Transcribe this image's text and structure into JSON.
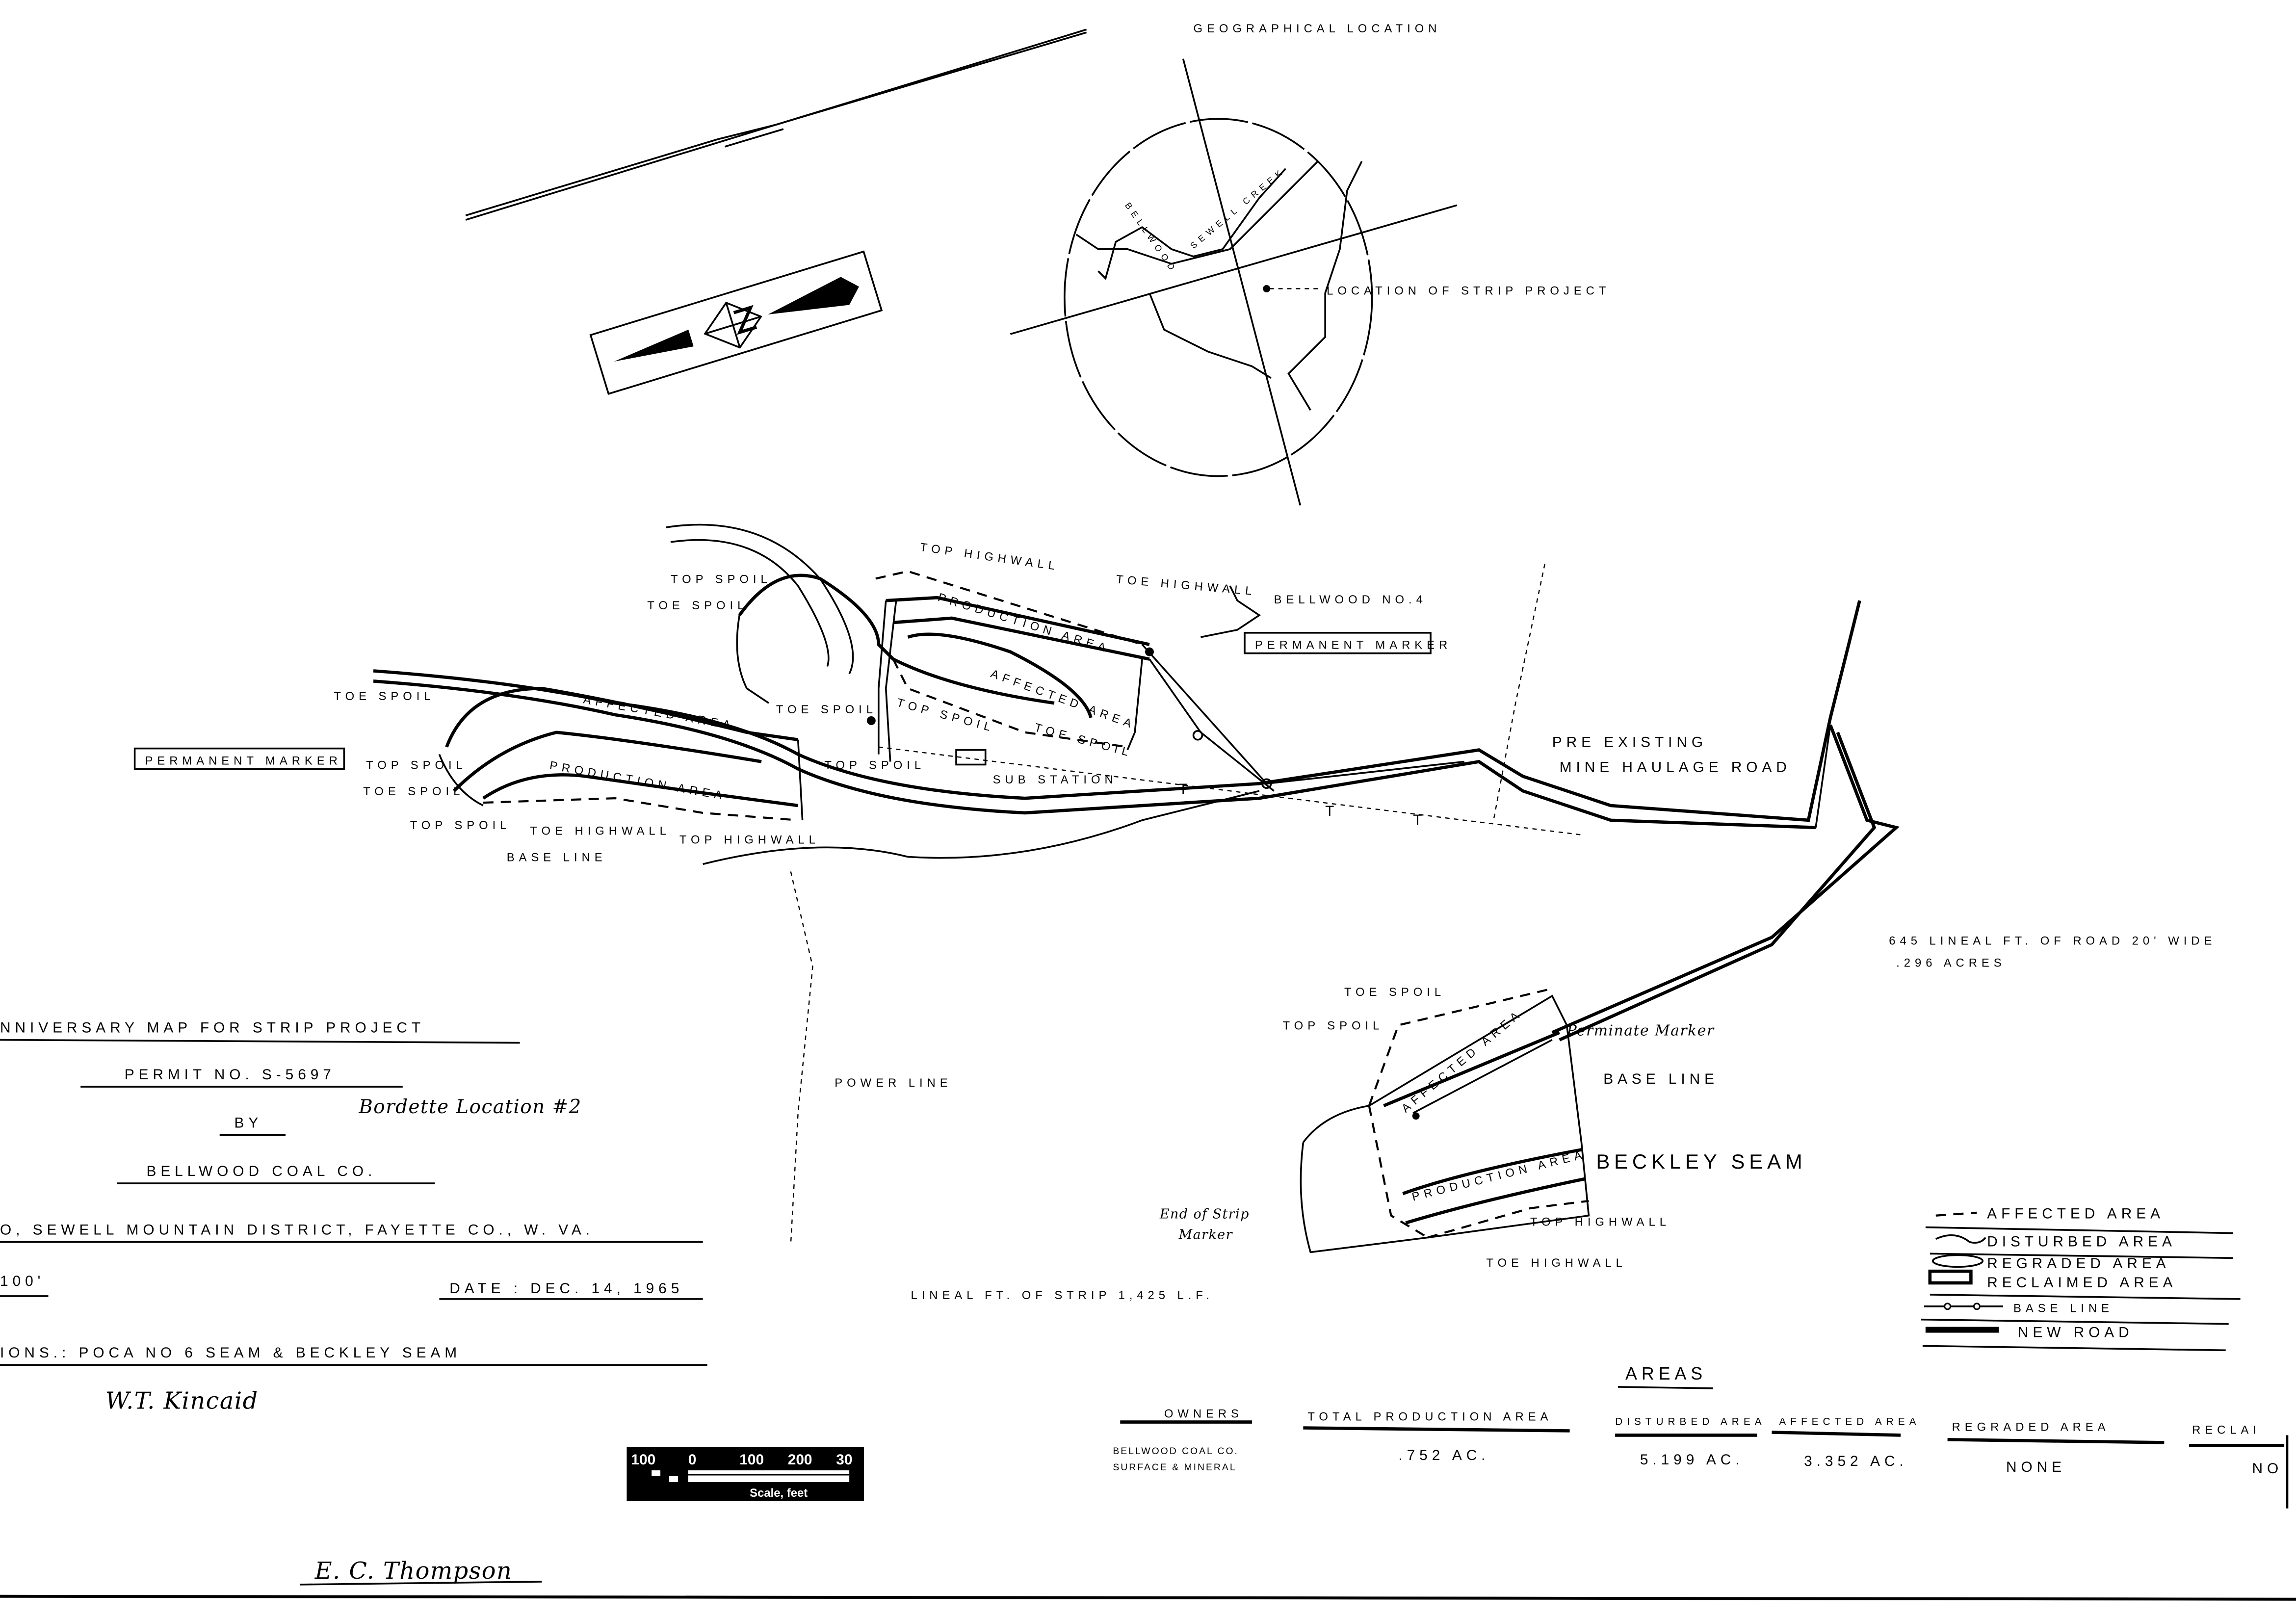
{
  "geo_location": {
    "title": "Geographical Location",
    "bellwood": "Bellwood",
    "sewell_creek": "Sewell Creek",
    "strip_project": "Location of Strip Project"
  },
  "map_labels": {
    "top_spoil": "Top Spoil",
    "toe_spoil": "Toe Spoil",
    "top_highwall": "Top Highwall",
    "toe_highwall": "Toe Highwall",
    "production_area": "Production Area",
    "affected_area": "Affected Area",
    "permanent_marker": "Permanent Marker",
    "bellwood_no4": "Bellwood No.4",
    "sub_station": "Sub Station",
    "base_line": "Base Line",
    "pre_existing": "Pre Existing",
    "haulage_road": "Mine Haulage Road",
    "road_length": "645 Lineal Ft. of Road 20' Wide",
    "road_acres": ".296 Acres",
    "perminate_marker": "Perminate Marker",
    "beckley_seam": "Beckley Seam",
    "end_strip_marker_1": "End of Strip",
    "end_strip_marker_2": "Marker",
    "power_line": "Power Line",
    "lineal_ft_strip": "Lineal Ft. of Strip 1,425 L.F.",
    "tower_mark": "T"
  },
  "title_block": {
    "title": "nniversary Map For Strip Project",
    "permit": "Permit No. S-5697",
    "location_note": "Bordette Location #2",
    "by": "By",
    "company": "Bellwood Coal Co.",
    "district": "o, Sewell Mountain District, Fayette Co., W. Va.",
    "scale": "100'",
    "date": "Date : Dec. 14, 1965",
    "seams": "ions.: Poca No 6 Seam & Beckley Seam",
    "signature_1": "W.T. Kincaid",
    "signature_2": "E. C. Thompson"
  },
  "areas_table": {
    "title": "Areas",
    "headers": [
      "Owners",
      "Total Production Area",
      "Disturbed Area",
      "Affected Area",
      "Regraded Area",
      "Reclai"
    ],
    "owner_line1": "Bellwood Coal Co.",
    "owner_line2": "Surface & Mineral",
    "values": [
      ".752 Ac.",
      "5.199 Ac.",
      "3.352 Ac.",
      "None",
      "No"
    ]
  },
  "legend": [
    {
      "label": "Affected Area",
      "icon": "dashed-line-icon"
    },
    {
      "label": "Disturbed Area",
      "icon": "wavy-line-icon"
    },
    {
      "label": "Regraded Area",
      "icon": "hatched-blob-icon"
    },
    {
      "label": "Reclaimed Area",
      "icon": "striped-blob-icon"
    },
    {
      "label": "Base Line",
      "icon": "base-line-icon"
    },
    {
      "label": "New Road",
      "icon": "new-road-icon"
    }
  ],
  "scale_bar": {
    "ticks": [
      "100",
      "0",
      "100",
      "200",
      "30"
    ],
    "caption": "Scale, feet"
  }
}
